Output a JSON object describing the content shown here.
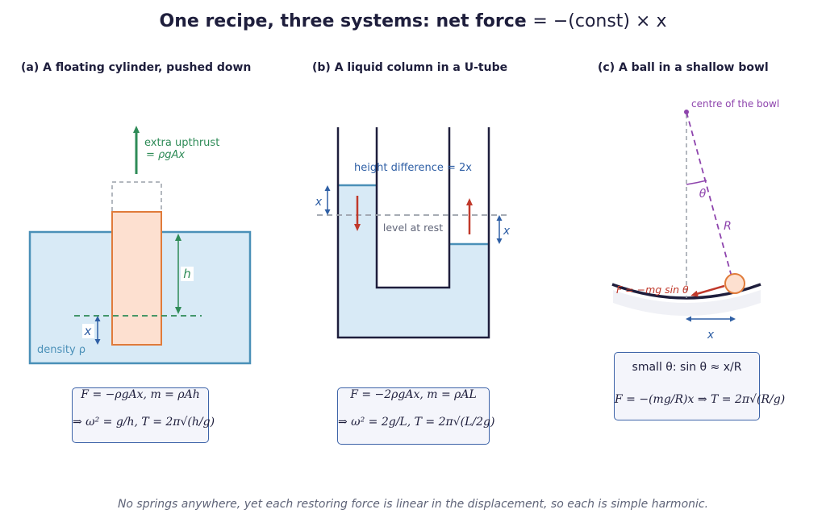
{
  "title": {
    "text": "One recipe, three systems:  net force",
    "equation": "= −(const) × x"
  },
  "panel_a": {
    "title": "(a)  A floating cylinder, pushed down",
    "upthrust_label": "extra upthrust",
    "upthrust_formula": "= ρgAx",
    "h_label": "h",
    "x_label": "x",
    "density_label": "density ρ",
    "formula_line1": "F = −ρgAx,   m = ρAh",
    "formula_line2": "⇒ ω² = g/h,   T = 2π√(h/g)"
  },
  "panel_b": {
    "title": "(b)  A liquid column in a U-tube",
    "height_diff_label": "height difference = 2x",
    "rest_label": "level at rest",
    "x_left": "x",
    "x_right": "x",
    "formula_line1": "F = −2ρgAx,   m = ρAL",
    "formula_line2": "⇒ ω² = 2g/L,   T = 2π√(L/2g)"
  },
  "panel_c": {
    "title": "(c)  A ball in a shallow bowl",
    "centre_label": "centre of the bowl",
    "theta_label": "θ",
    "r_label": "R",
    "force_label": "F = −mg sin θ",
    "x_label": "x",
    "formula_line1": "small θ:  sin θ ≈ x/R",
    "formula_line2": "F = −(mg/R)x ⇒ T = 2π√(R/g)"
  },
  "caption": "No springs anywhere, yet each restoring force is linear in the displacement, so each is simple harmonic.",
  "colors": {
    "water_fill": "#d8eaf6",
    "water_edge": "#4a90b8",
    "cylinder_fill": "#fde0d0",
    "cylinder_edge": "#e07b3a",
    "green": "#2e8b57",
    "red": "#c0392b",
    "blue_arrow": "#2f5fa5",
    "purple": "#8e44ad",
    "dark": "#1e1e3c"
  }
}
